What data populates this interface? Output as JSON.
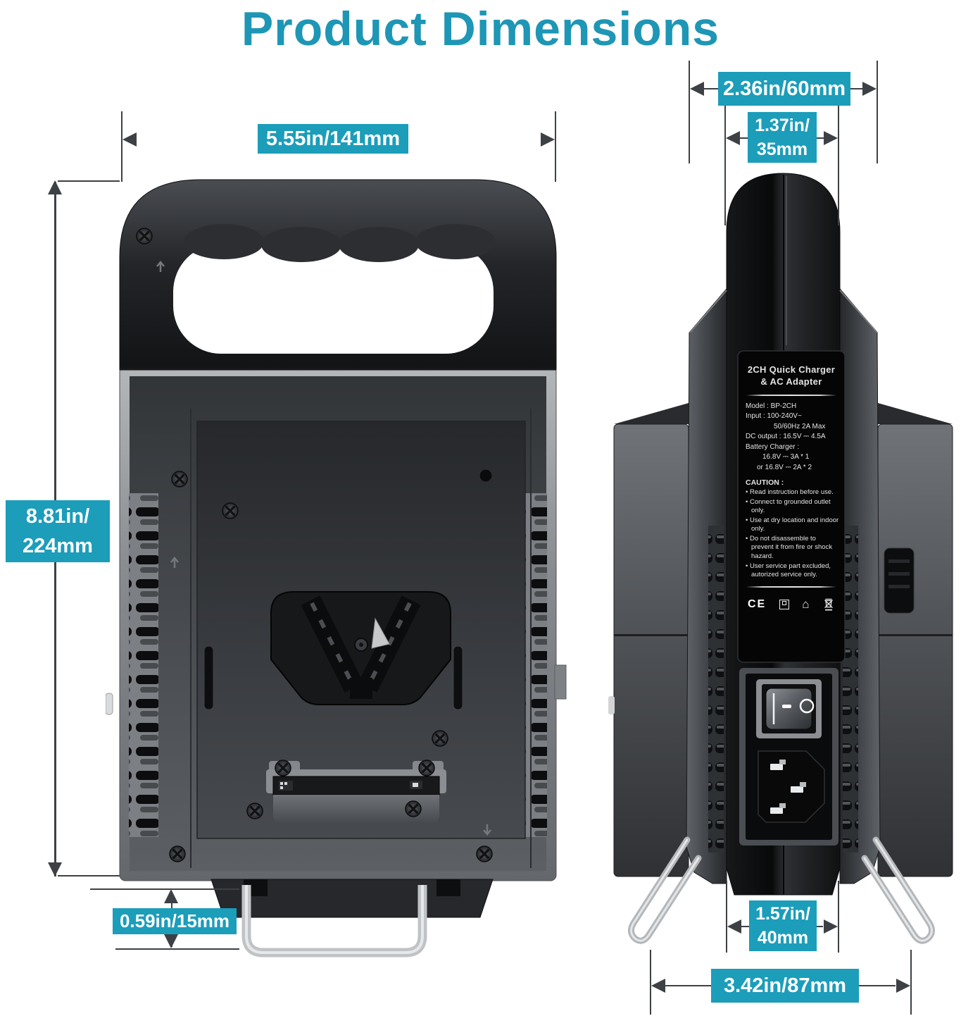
{
  "title": "Product Dimensions",
  "colors": {
    "title_teal": "#1E96B5",
    "label_teal": "#1C9DBA",
    "dimension_gray": "#3D4145"
  },
  "dimensions": {
    "front_width": "5.55in/141mm",
    "front_height_line1": "8.81in/",
    "front_height_line2": "224mm",
    "foot_height": "0.59in/15mm",
    "side_top_width": "2.36in/60mm",
    "side_handle_width_line1": "1.37in/",
    "side_handle_width_line2": "35mm",
    "side_base_width_line1": "1.57in/",
    "side_base_width_line2": "40mm",
    "side_overall_width": "3.42in/87mm"
  },
  "product_label": {
    "title_line1": "2CH Quick Charger",
    "title_line2": "& AC Adapter",
    "specs": [
      "Model : BP-2CH",
      "Input :  100-240V~",
      "50/60Hz 2A Max",
      "DC output : 16.5V ⎓ 4.5A",
      "Battery Charger :",
      "16.8V ⎓ 3A * 1",
      "or 16.8V ⎓ 2A * 2"
    ],
    "caution_title": "CAUTION :",
    "cautions": [
      "Read instruction before use.",
      "Connect to grounded outlet only.",
      "Use at dry location and indoor only.",
      "Do not disassemble to prevent it from fire or shock hazard.",
      "User service part excluded, autorized service only."
    ],
    "ce_mark": "CE",
    "house_glyph": "⌂"
  }
}
